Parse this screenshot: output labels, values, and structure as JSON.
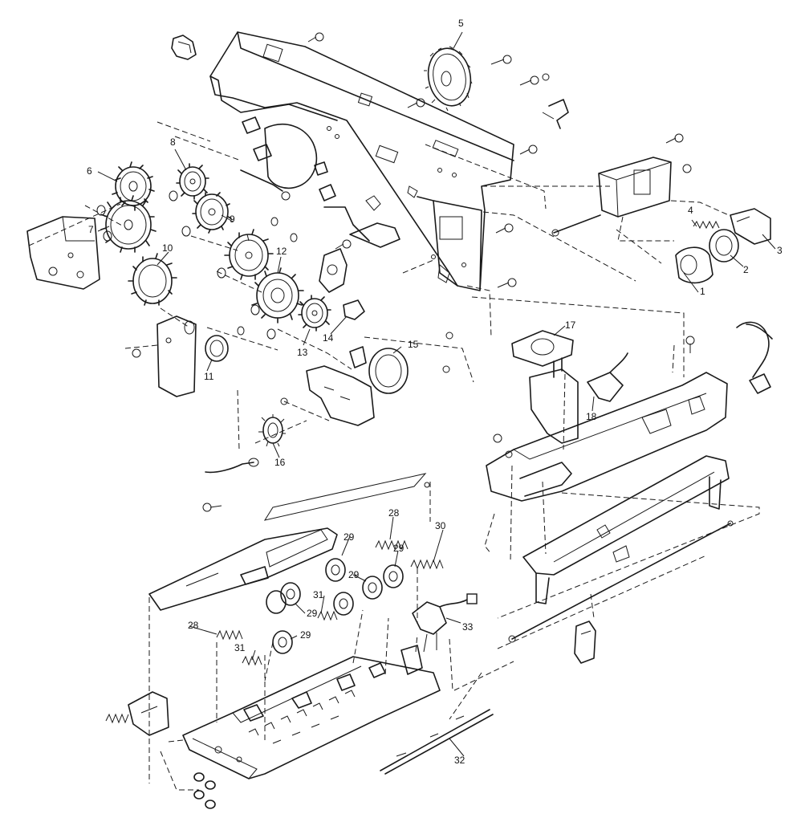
{
  "callouts": [
    {
      "id": "c1",
      "text": "1"
    },
    {
      "id": "c2",
      "text": "2"
    },
    {
      "id": "c3",
      "text": "3"
    },
    {
      "id": "c4",
      "text": "4"
    },
    {
      "id": "c5",
      "text": "5"
    },
    {
      "id": "c6",
      "text": "6"
    },
    {
      "id": "c7",
      "text": "7"
    },
    {
      "id": "c8",
      "text": "8"
    },
    {
      "id": "c9",
      "text": "9"
    },
    {
      "id": "c10",
      "text": "10"
    },
    {
      "id": "c11",
      "text": "11"
    },
    {
      "id": "c12",
      "text": "12"
    },
    {
      "id": "c13",
      "text": "13"
    },
    {
      "id": "c14",
      "text": "14"
    },
    {
      "id": "c15",
      "text": "15"
    },
    {
      "id": "c16",
      "text": "16"
    },
    {
      "id": "c17",
      "text": "17"
    },
    {
      "id": "c18",
      "text": "18"
    },
    {
      "id": "c28a",
      "text": "28"
    },
    {
      "id": "c28b",
      "text": "28"
    },
    {
      "id": "c29a",
      "text": "29"
    },
    {
      "id": "c29b",
      "text": "29"
    },
    {
      "id": "c29c",
      "text": "29"
    },
    {
      "id": "c29d",
      "text": "29"
    },
    {
      "id": "c29e",
      "text": "29"
    },
    {
      "id": "c30",
      "text": "30"
    },
    {
      "id": "c31a",
      "text": "31"
    },
    {
      "id": "c31b",
      "text": "31"
    },
    {
      "id": "c32",
      "text": "32"
    },
    {
      "id": "c33",
      "text": "33"
    }
  ]
}
